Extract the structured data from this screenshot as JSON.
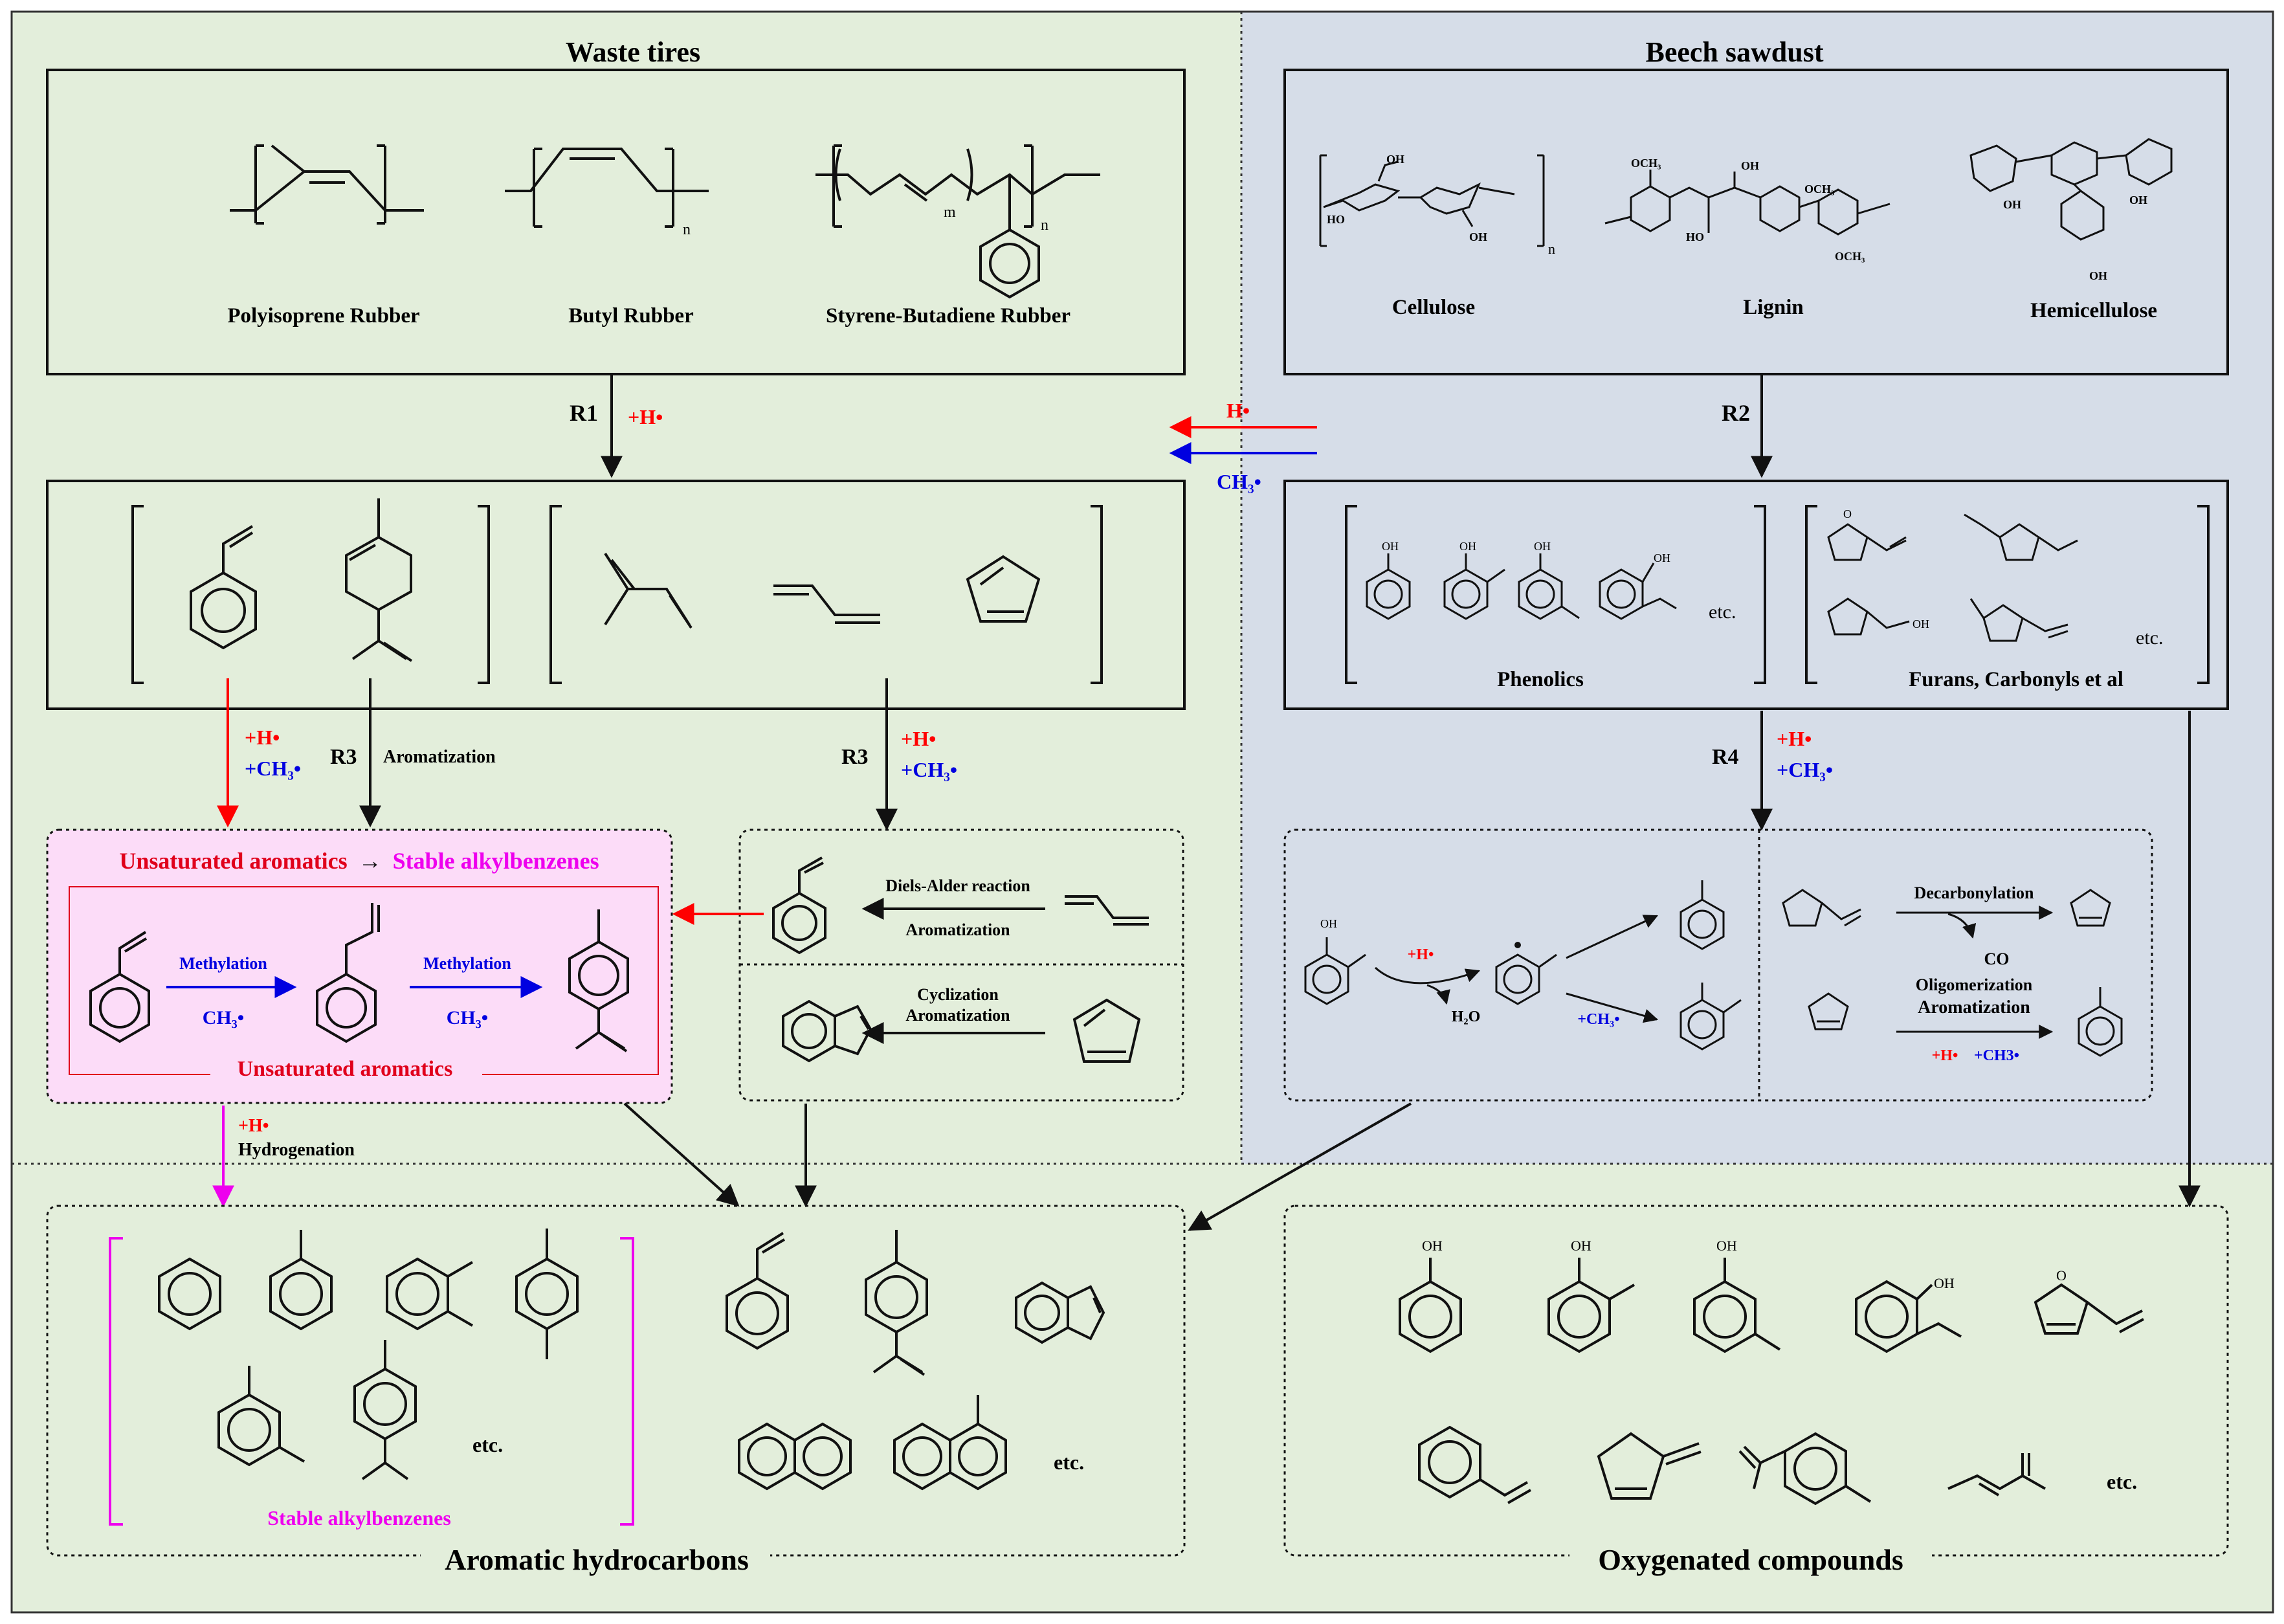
{
  "panels": {
    "left_title": "Waste tires",
    "right_title": "Beech sawdust"
  },
  "feedstock_tires": {
    "polyisoprene": "Polyisoprene Rubber",
    "butyl": "Butyl Rubber",
    "sbr": "Styrene-Butadiene Rubber",
    "sub_n": "n",
    "sub_m": "m"
  },
  "feedstock_biomass": {
    "cellulose": "Cellulose",
    "lignin": "Lignin",
    "hemicellulose": "Hemicellulose",
    "sub_n": "n",
    "och3": "OCH₃",
    "oh": "OH",
    "ho": "HO"
  },
  "reactions": {
    "r1": "R1",
    "r2": "R2",
    "r3": "R3",
    "r4": "R4",
    "plus_h": "+H•",
    "h_radical": "H•",
    "ch3_radical": "CH₃•",
    "plus_ch3": "+CH₃•",
    "aromatization": "Aromatization",
    "hydrogenation": "Hydrogenation",
    "diels_alder": "Diels-Alder reaction",
    "cyclization": "Cyclization",
    "methylation": "Methylation",
    "water": "H₂O",
    "decarbonylation": "Decarbonylation",
    "co": "CO",
    "oligomerization": "Oligomerization",
    "plus_ch3_alt": "+CH3•"
  },
  "intermediates": {
    "phenolics": "Phenolics",
    "furans": "Furans, Carbonyls et al",
    "etc": "etc."
  },
  "pink_box": {
    "title_part1": "Unsaturated aromatics",
    "arrow": "→",
    "title_part2": "Stable alkylbenzenes",
    "footer": "Unsaturated aromatics"
  },
  "products": {
    "stable_alkylbenzenes": "Stable alkylbenzenes",
    "aromatic_hydrocarbons": "Aromatic hydrocarbons",
    "oxygenated_compounds": "Oxygenated compounds",
    "etc": "etc."
  },
  "colors": {
    "left_bg": "#e3eedb",
    "right_bg": "#d6dde8",
    "red": "#ff0000",
    "blue": "#0000e0",
    "magenta": "#ee00ee",
    "crimson": "#e0001b",
    "pink_bg": "#fcdcf8"
  }
}
